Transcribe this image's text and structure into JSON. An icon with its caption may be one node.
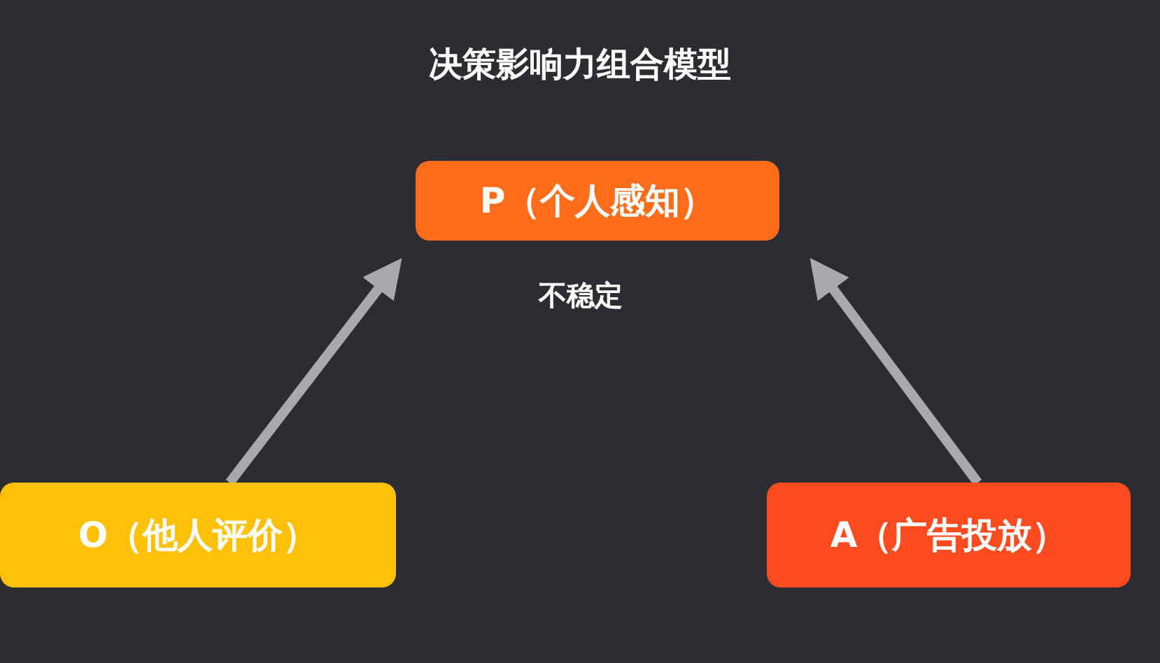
{
  "diagram": {
    "title": "决策影响力组合模型",
    "nodes": [
      {
        "text": [
          "P（个人感知）"
        ]
      },
      {
        "text": [
          "O（他人评价）"
        ]
      },
      {
        "text": [
          "A（广告投放）"
        ]
      }
    ],
    "edges": [
      {
        "from": 1,
        "to": 0,
        "arrow": "to"
      },
      {
        "from": 2,
        "to": 0,
        "arrow": "to"
      }
    ],
    "labels": [
      "不稳定"
    ]
  }
}
